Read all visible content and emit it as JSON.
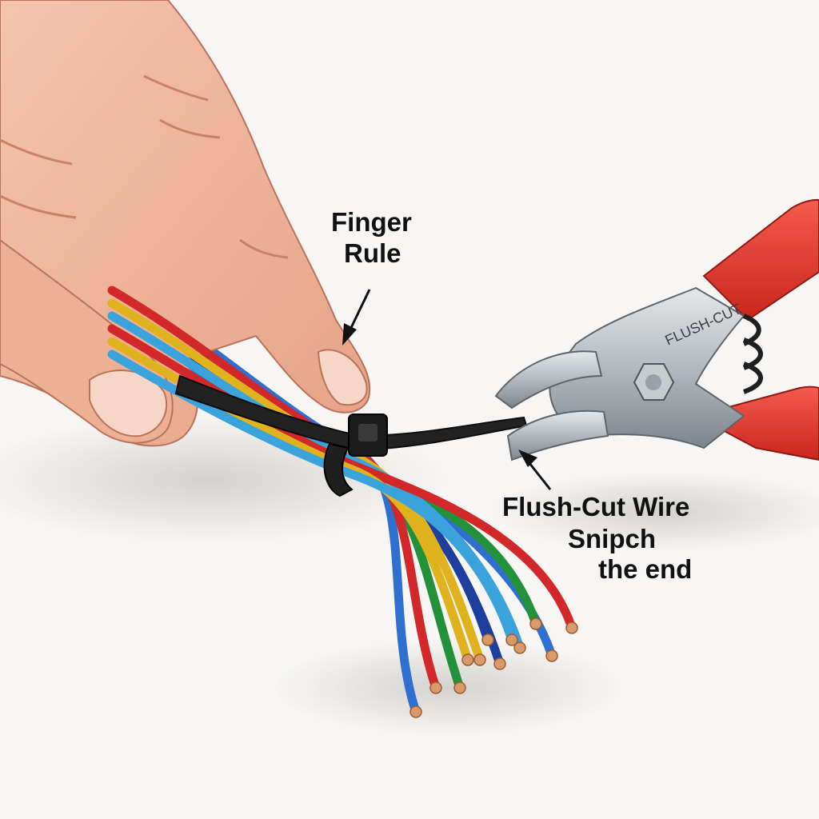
{
  "labels": {
    "finger_rule": [
      "Finger",
      "Rule"
    ],
    "flush_cut": [
      "Flush-Cut Wire",
      "Snipch",
      "the end"
    ]
  },
  "tool_stamp": "FLUSH-CUT",
  "wires": [
    {
      "color": "#2f6fd0"
    },
    {
      "color": "#d2282a"
    },
    {
      "color": "#23903a"
    },
    {
      "color": "#e0b21d"
    },
    {
      "color": "#1f3f9e"
    },
    {
      "color": "#3aa3dc"
    }
  ],
  "colors": {
    "background": "#f7f6f4",
    "skin": "#f0b9a1",
    "skin_shadow": "#d98e74",
    "cable_tie": "#1c1c1c",
    "plier_handle": "#e23b2e",
    "plier_steel": "#b9bec3",
    "copper": "#d89a6a",
    "text": "#111111"
  },
  "icons": [
    "pointer-arrow-finger",
    "pointer-arrow-flush-cut"
  ]
}
